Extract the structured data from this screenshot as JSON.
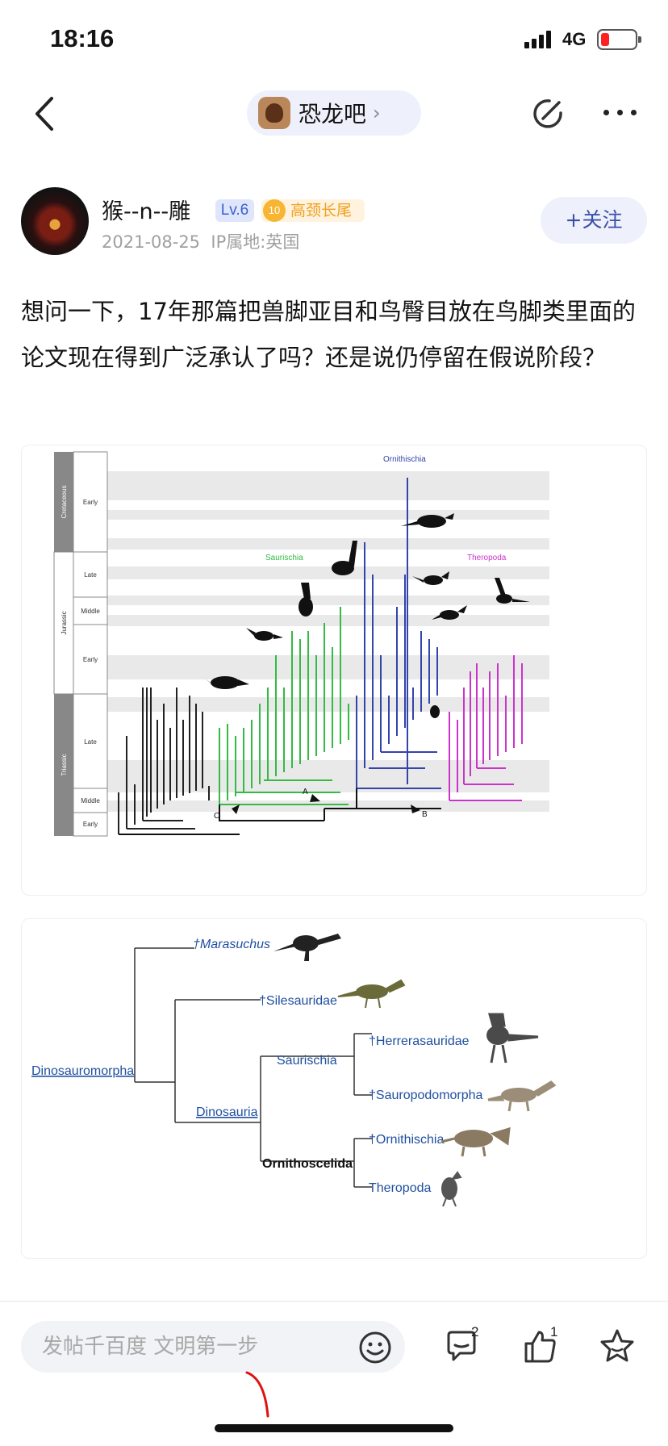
{
  "status_bar": {
    "time": "18:16",
    "network": "4G"
  },
  "nav": {
    "forum_name": "恐龙吧",
    "forum_chevron": "›"
  },
  "author": {
    "name": "猴--n--雕",
    "level": "Lv.6",
    "title_level": "10",
    "title": "高颈长尾",
    "date": "2021-08-25",
    "ip": "IP属地:英国",
    "follow_label": "+关注"
  },
  "post": {
    "text": "想问一下，17年那篇把兽脚亚目和鸟臀目放在鸟脚类里面的论文现在得到广泛承认了吗？还是说仍停留在假说阶段？"
  },
  "figure1": {
    "periods": [
      "Cretaceous",
      "Jurassic",
      "Triassic"
    ],
    "epochs": [
      "Early",
      "Late",
      "Middle",
      "Early",
      "Late",
      "Middle",
      "Early"
    ],
    "clade_labels": {
      "ornithischia": "Ornithischia",
      "saurischia": "Saurischia",
      "theropoda": "Theropoda"
    },
    "node_labels": [
      "A",
      "B",
      "C"
    ],
    "colors": {
      "ornithischia": "#3344aa",
      "saurischia": "#33bb44",
      "theropoda": "#cc33cc",
      "outgroup": "#222222"
    }
  },
  "figure2": {
    "root": "Dinosauromorpha",
    "marasuchus": "†Marasuchus",
    "silesauridae": "†Silesauridae",
    "dinosauria": "Dinosauria",
    "saurischia": "Saurischia",
    "herrerasauridae": "†Herrerasauridae",
    "sauropodomorpha": "†Sauropodomorpha",
    "ornithoscelida": "Ornithoscelida",
    "ornithischia": "†Ornithischia",
    "theropoda": "Theropoda",
    "colors": {
      "link": "#1f4fa0",
      "line": "#333333"
    }
  },
  "bottom_bar": {
    "input_placeholder": "发帖千百度 文明第一步",
    "comment_count": "2",
    "like_count": "1"
  },
  "icons": [
    "back-icon",
    "share-icon",
    "more-icon",
    "emoji-icon",
    "comment-icon",
    "like-icon",
    "favorite-icon"
  ]
}
